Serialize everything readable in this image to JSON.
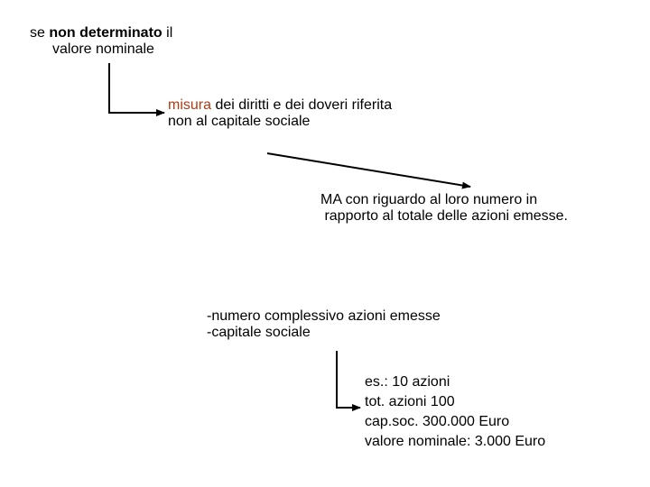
{
  "block1": {
    "line1_pre": "se ",
    "line1_bold": "non determinato",
    "line1_post": " il",
    "line2": "valore nominale"
  },
  "block2": {
    "line1_red": "misura",
    "line1_rest": " dei diritti e dei doveri riferita",
    "line2": "non al capitale sociale"
  },
  "block3": {
    "line1": "MA con riguardo al loro numero in",
    "line2": " rapporto al totale delle azioni emesse."
  },
  "block4": {
    "line1": "-numero complessivo azioni emesse",
    "line2": "-capitale sociale"
  },
  "block5": {
    "lines": [
      "es.: 10 azioni",
      "tot. azioni 100",
      "cap.soc. 300.000 Euro",
      "valore nominale: 3.000 Euro"
    ]
  },
  "colors": {
    "highlight": "#b03a12",
    "text": "#000000",
    "arrow": "#000000"
  }
}
